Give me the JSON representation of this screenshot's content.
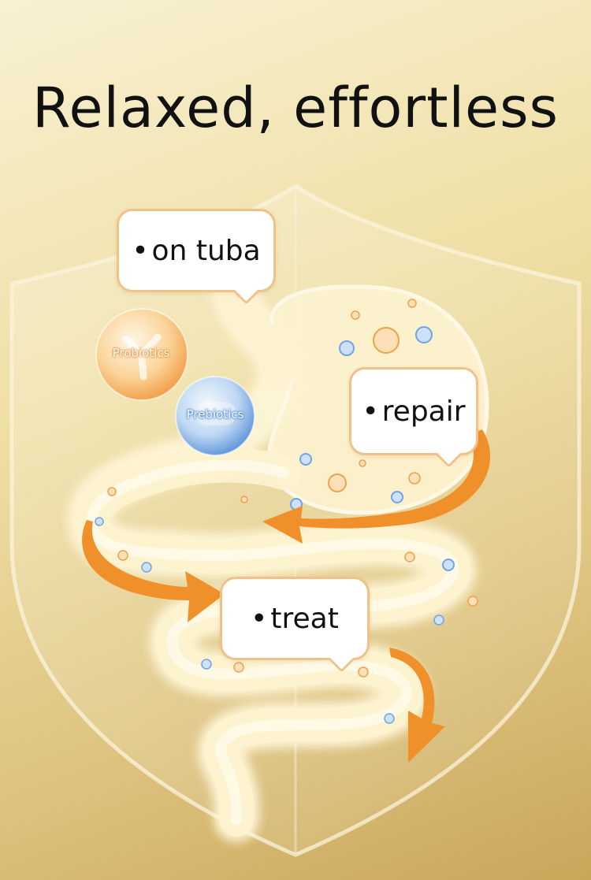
{
  "headline": "Relaxed, effortless",
  "bubbles": {
    "on_tuba": "on tuba",
    "repair": "repair",
    "treat": "treat",
    "bullet": "•"
  },
  "orbs": {
    "probiotics": "Probiotics",
    "prebiotics": "Prebiotics"
  },
  "colors": {
    "background_top": "#f8f0d2",
    "background_bottom": "#c9a65a",
    "arrow": "#f0902a",
    "bubble_border": "#f0c289",
    "probiotics": "#f5a94a",
    "prebiotics": "#6fa4e6"
  },
  "icons": {
    "shield": "shield-icon",
    "digestive_tract": "digestive-tract-icon",
    "arrow": "curved-arrow-icon"
  }
}
